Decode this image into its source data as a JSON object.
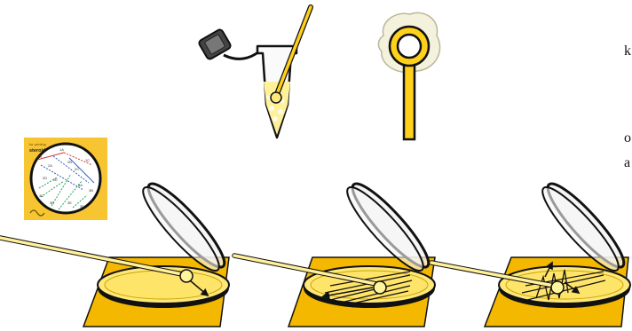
{
  "edge_fragments": [
    "k",
    "o",
    "a"
  ],
  "template_card": {
    "brand_small": "for printing",
    "brand_big": "steroid",
    "labels": [
      "1A",
      "1B",
      "1C",
      "2A",
      "2B",
      "2C",
      "2D",
      "2E",
      "3A",
      "3B",
      "3C",
      "3D",
      "3E",
      "3F"
    ]
  },
  "colors": {
    "yellow": "#ffd11a",
    "agar": "#ffe87a",
    "liquid": "#fff09a",
    "square": "#f5b800",
    "card_bg": "#f7c531",
    "outline": "#111111",
    "dish_rim": "#fff4c8"
  },
  "steps": [
    {
      "name": "tube-with-loop",
      "icon": "microcentrifuge-tube-icon"
    },
    {
      "name": "inoculation-loop",
      "icon": "loop-icon"
    },
    {
      "name": "streak-start",
      "icon": "petri-dish-icon"
    },
    {
      "name": "streak-second",
      "icon": "petri-dish-icon"
    },
    {
      "name": "streak-third",
      "icon": "petri-dish-icon"
    }
  ]
}
